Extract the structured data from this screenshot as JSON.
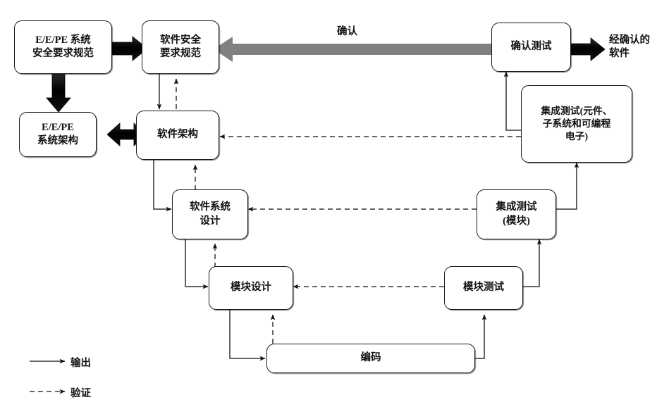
{
  "diagram": {
    "title_text": "",
    "colors": {
      "stroke": "#1a1a1a",
      "validation_arrow": "#808080",
      "verification_line": "#4d4d4d",
      "background": "#ffffff"
    },
    "nodes": {
      "eepe_safety_requirements": "E/E/PE 系统\n安全要求规范",
      "software_safety_requirements": "软件安全\n要求规范",
      "eepe_system_architecture": "E/E/PE\n系统架构",
      "software_architecture": "软件架构",
      "software_system_design": "软件系统\n设计",
      "module_design": "模块设计",
      "coding": "编码",
      "module_test": "模块测试",
      "integration_test_module": "集成测试\n(模块)",
      "integration_test_components": "集成测试(元件、\n子系统和可编程\n电子)",
      "validation_test": "确认测试"
    },
    "labels": {
      "validation_arrow_label": "确认",
      "validated_software": "经确认的\n软件"
    },
    "legend": {
      "output_label": "输出",
      "verification_label": "验证"
    }
  }
}
